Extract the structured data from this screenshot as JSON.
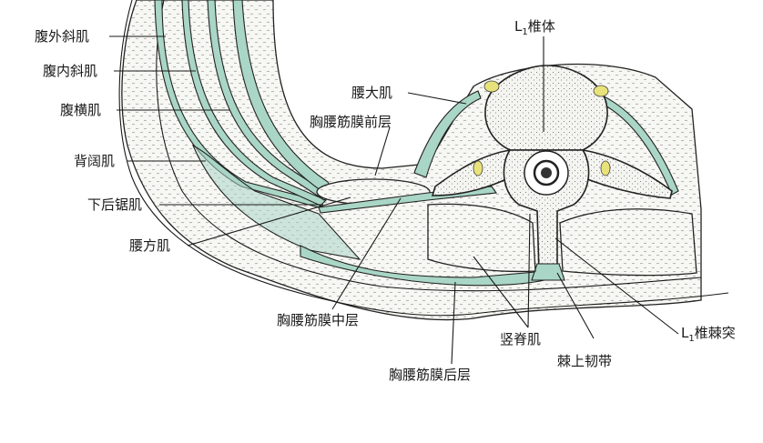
{
  "labels": {
    "external_oblique": "腹外斜肌",
    "internal_oblique": "腹内斜肌",
    "transversus": "腹横肌",
    "latissimus": "背阔肌",
    "serratus_posterior_inferior": "下后锯肌",
    "quadratus_lumborum": "腰方肌",
    "psoas_major": "腰大肌",
    "tlf_anterior": "胸腰筋膜前层",
    "tlf_middle": "胸腰筋膜中层",
    "tlf_posterior": "胸腰筋膜后层",
    "vertebral_body_prefix": "L",
    "vertebral_body_sub": "1",
    "vertebral_body_suffix": "椎体",
    "spinous_prefix": "L",
    "spinous_sub": "1",
    "spinous_suffix": "椎棘突",
    "erector_spinae": "竖脊肌",
    "supraspinous_ligament": "棘上韧带"
  },
  "colors": {
    "fascia": "#a9d6c6",
    "fat": "#e8e27a",
    "ink": "#1a1a1a"
  }
}
